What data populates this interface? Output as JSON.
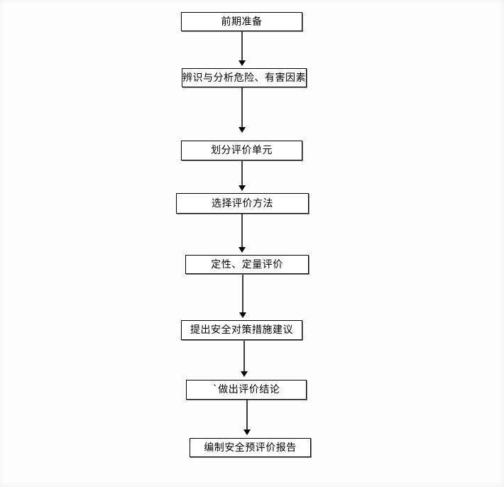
{
  "flowchart": {
    "description": "safety pre-evaluation procedure flowchart",
    "steps": [
      {
        "label": "前期准备"
      },
      {
        "label": "辨识与分析危险、有害因素"
      },
      {
        "label": "划分评价单元"
      },
      {
        "label": "选择评价方法"
      },
      {
        "label": "定性、定量评价"
      },
      {
        "label": "提出安全对策措施建议"
      },
      {
        "label": "`做出评价结论"
      },
      {
        "label": "编制安全预评价报告"
      }
    ],
    "colors": {
      "box_fill": "#ffffff",
      "box_border": "#000000",
      "text": "#000000",
      "arrow_stem": "#3d3d3d",
      "arrow_head": "#000000",
      "page_background": "#fdfdfd"
    }
  }
}
